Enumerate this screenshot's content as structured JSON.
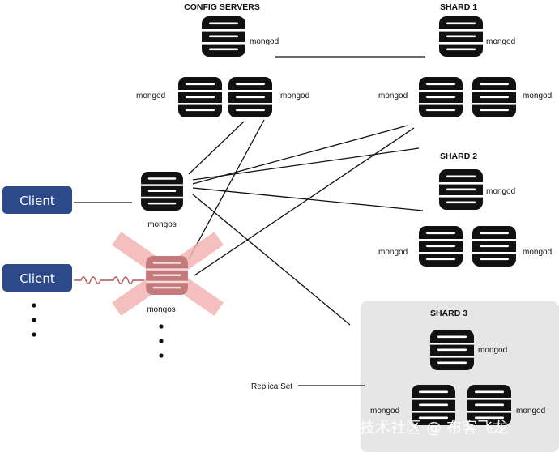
{
  "config_servers": {
    "title": "CONFIG SERVERS",
    "node_label": "mongod"
  },
  "shard1": {
    "title": "SHARD 1",
    "node_label": "mongod"
  },
  "shard2": {
    "title": "SHARD 2",
    "node_label": "mongod"
  },
  "shard3": {
    "title": "SHARD 3",
    "node_label": "mongod"
  },
  "router": {
    "label": "mongos"
  },
  "failed_router": {
    "label": "mongos"
  },
  "clients": {
    "label": "Client"
  },
  "replica_set_label": "Replica Set",
  "watermark": "掘金技术社区 @ 布客飞龙",
  "colors": {
    "client_fill": "#2c4a8a",
    "shard3_panel": "#e6e6e6",
    "disk_dark": "#111111",
    "failed_disk": "#c47a7a",
    "failed_x": "#f4b4b4"
  }
}
